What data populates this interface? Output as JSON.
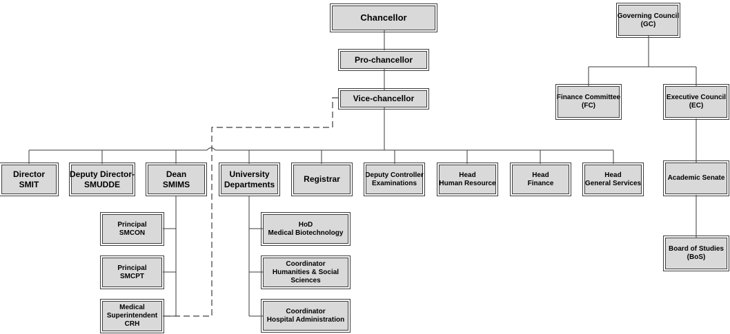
{
  "chart": {
    "chancellor": "Chancellor",
    "pro_chancellor": "Pro-chancellor",
    "vice_chancellor": "Vice-chancellor",
    "director_smit": {
      "line1": "Director",
      "line2": "SMIT"
    },
    "deputy_director": {
      "line1": "Deputy Director-",
      "line2": "SMUDDE"
    },
    "dean": {
      "line1": "Dean",
      "line2": "SMIMS"
    },
    "university_departments": {
      "line1": "University",
      "line2": "Departments"
    },
    "registrar": "Registrar",
    "deputy_controller": {
      "line1": "Deputy Controller",
      "line2": "Examinations"
    },
    "head_hr": {
      "line1": "Head",
      "line2": "Human Resource"
    },
    "head_finance": {
      "line1": "Head",
      "line2": "Finance"
    },
    "head_general": {
      "line1": "Head",
      "line2": "General Services"
    },
    "principal_smcon": {
      "line1": "Principal",
      "line2": "SMCON"
    },
    "principal_smcpt": {
      "line1": "Principal",
      "line2": "SMCPT"
    },
    "medical_superintendent": {
      "line1": "Medical",
      "line2": "Superintendent",
      "line3": "CRH"
    },
    "hod_biotech": {
      "line1": "HoD",
      "line2": "Medical Biotechnology"
    },
    "coordinator_humanities": {
      "line1": "Coordinator",
      "line2": "Humanities & Social",
      "line3": "Sciences"
    },
    "coordinator_hospital": {
      "line1": "Coordinator",
      "line2": "Hospital Administration"
    },
    "governing_council": {
      "line1": "Governing Council",
      "line2": "(GC)"
    },
    "finance_committee": {
      "line1": "Finance Committee",
      "line2": "(FC)"
    },
    "executive_council": {
      "line1": "Executive Council",
      "line2": "(EC)"
    },
    "academic_senate": "Academic Senate",
    "board_of_studies": {
      "line1": "Board of Studies",
      "line2": "(BoS)"
    }
  }
}
